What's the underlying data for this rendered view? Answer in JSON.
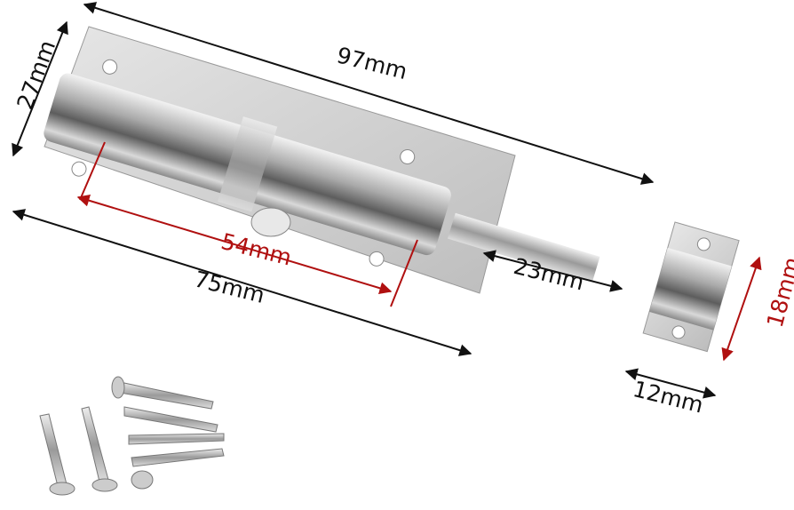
{
  "dimensions": {
    "overall_length": "97mm",
    "width": "27mm",
    "hole_spacing": "54mm",
    "plate_length": "75mm",
    "bolt_extension": "23mm",
    "keeper_height": "18mm",
    "keeper_width": "12mm"
  },
  "colors": {
    "dimension_black": "#111111",
    "dimension_red": "#b01010",
    "steel": "#c8c8c8"
  }
}
